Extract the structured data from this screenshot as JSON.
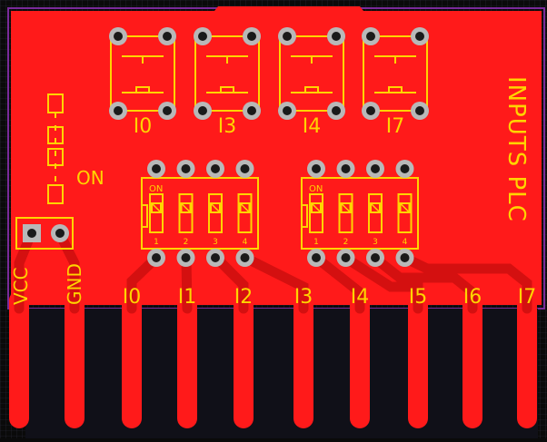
{
  "board": {
    "colors": {
      "background": "#0a0a0a",
      "grid": "#2a2a3a",
      "copper": "#ff1a1a",
      "copper_dark": "#d41010",
      "silkscreen": "#ffd400",
      "pad": "#b8b8b8",
      "pad_hole": "#1a1a1a",
      "outline": "#7a2a9a"
    },
    "title": "INPUTS PLC",
    "led_label": "ON",
    "power_labels": {
      "vcc": "VCC",
      "gnd": "GND"
    },
    "buttons": [
      "I0",
      "I3",
      "I4",
      "I7"
    ],
    "dip_switches": [
      {
        "on_label": "ON",
        "positions": [
          "1",
          "2",
          "3",
          "4"
        ]
      },
      {
        "on_label": "ON",
        "positions": [
          "1",
          "2",
          "3",
          "4"
        ]
      }
    ],
    "connector_labels": [
      "VCC",
      "GND",
      "I0",
      "I1",
      "I2",
      "I3",
      "I4",
      "I5",
      "I6",
      "I7"
    ]
  }
}
